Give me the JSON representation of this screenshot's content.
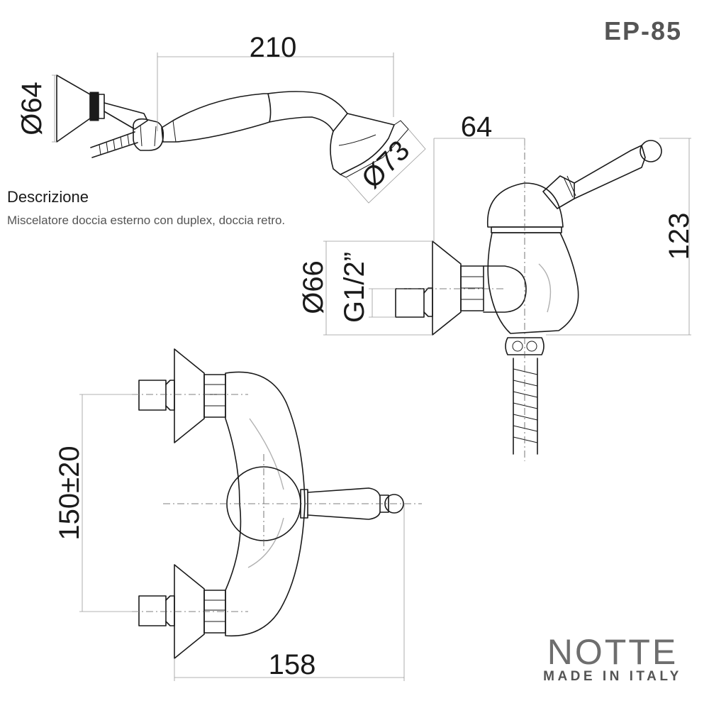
{
  "product_code": "EP-85",
  "description": {
    "title": "Descrizione",
    "text": "Miscelatore doccia esterno con duplex, doccia retro."
  },
  "dimensions": {
    "handshower_length": "210",
    "handshower_holder_diameter": "Ø64",
    "handshower_head_diameter": "Ø73",
    "side_depth": "64",
    "side_height": "123",
    "flange_diameter": "Ø66",
    "thread": "G1/2”",
    "inlet_spacing": "150±20",
    "front_width": "158"
  },
  "brand": {
    "name": "NOTTE",
    "tagline": "MADE IN ITALY"
  },
  "colors": {
    "line": "#1a1a1a",
    "dimension_line": "#9a9a9a",
    "brand_grey": "#6e6e6e"
  }
}
